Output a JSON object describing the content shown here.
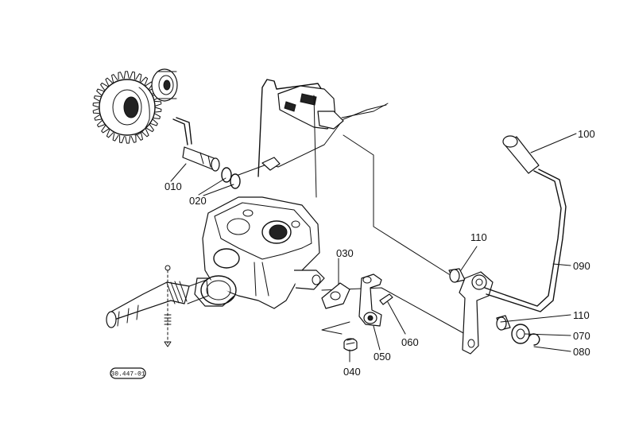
{
  "parts": [
    {
      "id": "010",
      "label": "010"
    },
    {
      "id": "020",
      "label": "020"
    },
    {
      "id": "030",
      "label": "030"
    },
    {
      "id": "040",
      "label": "040"
    },
    {
      "id": "050",
      "label": "050"
    },
    {
      "id": "060",
      "label": "060"
    },
    {
      "id": "070",
      "label": "070"
    },
    {
      "id": "080",
      "label": "080"
    },
    {
      "id": "090",
      "label": "090"
    },
    {
      "id": "100",
      "label": "100"
    },
    {
      "id": "110a",
      "label": "110"
    },
    {
      "id": "110b",
      "label": "110"
    }
  ],
  "drawing_code": "30.447-01"
}
